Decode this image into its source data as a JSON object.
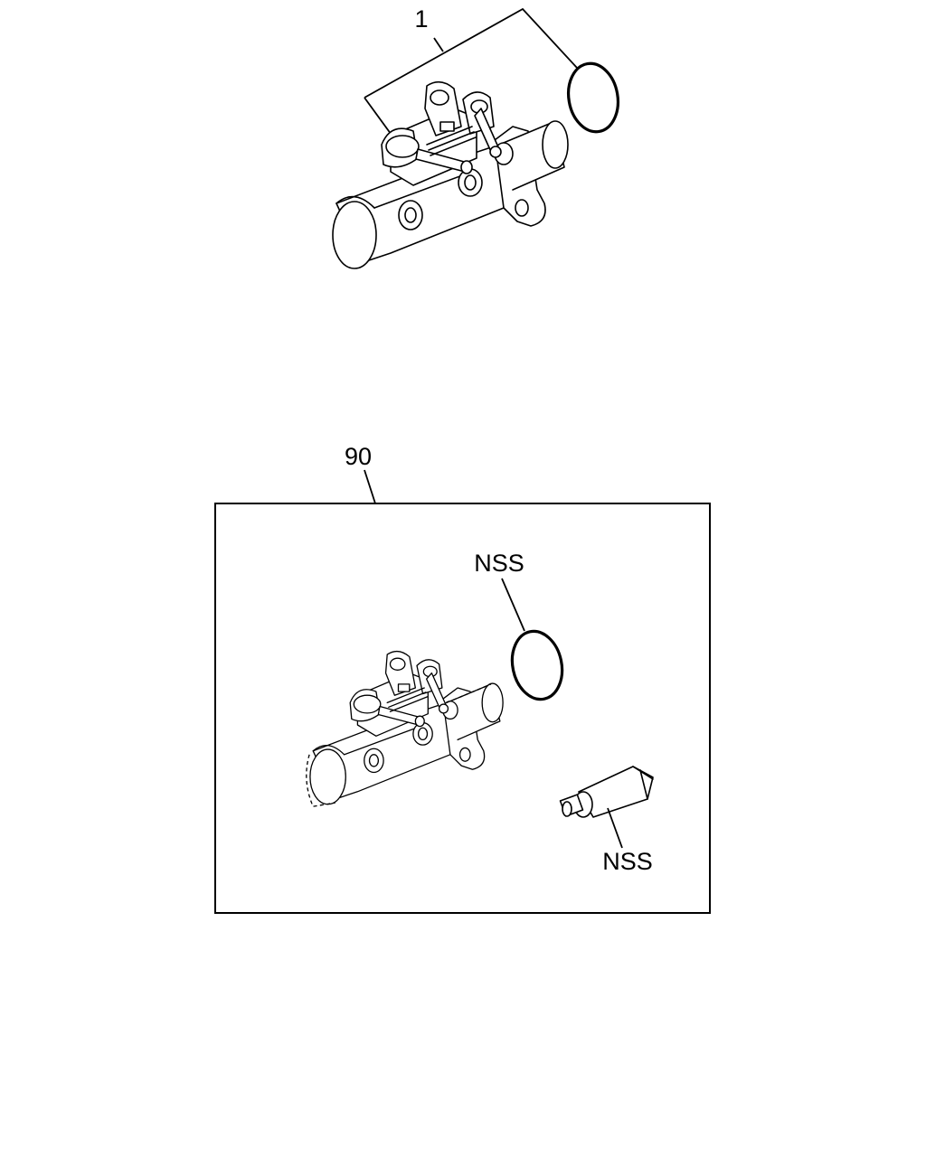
{
  "callouts": {
    "master_cylinder_assembly": "1",
    "repair_kit": "90",
    "kit_o_ring": "NSS",
    "kit_grease_tube": "NSS"
  }
}
